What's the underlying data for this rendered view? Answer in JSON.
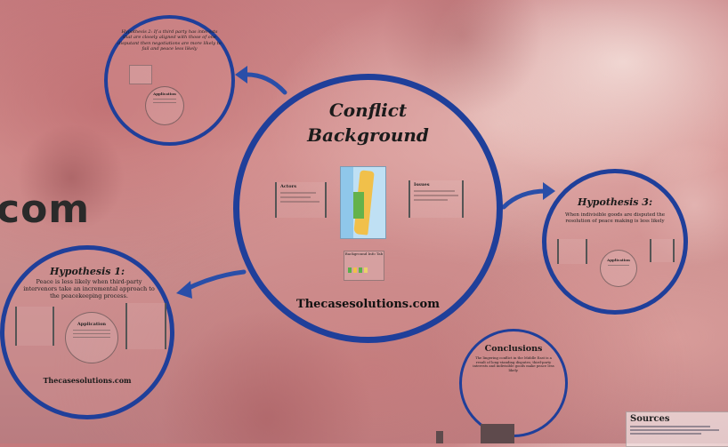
{
  "background_text": "com",
  "main": {
    "title_line1": "Conflict",
    "title_line2": "Background",
    "left_panel_heading": "Actors",
    "right_panel_heading": "Issues",
    "bottom_panel_heading": "Background Info Tab",
    "footer": "Thecasesolutions.com"
  },
  "top_circle": {
    "text": "Hypothesis 2: If a third party has interests that are closely aligned with those of one disputant then negotiations are more likely to fail and peace less likely",
    "panel_label": "Application"
  },
  "hypothesis3": {
    "title": "Hypothesis 3:",
    "text": "When indivisible goods are disputed the resolution of peace making is less likely",
    "inner_label": "Application"
  },
  "hypothesis1": {
    "title": "Hypothesis 1:",
    "text": "Peace is less likely when third-party intervenors take an incremental approach to the peacekeeping process.",
    "inner_label": "Application",
    "footer": "Thecasesolutions.com"
  },
  "conclusions": {
    "title": "Conclusions",
    "text": "The lingering conflict in the Middle East is a result of long-standing disputes; third-party interests and indivisible goods make peace less likely."
  },
  "sources": {
    "title": "Sources"
  },
  "colors": {
    "ring": "#1f3f9a",
    "arrow": "#2a4ea8",
    "sky": "#d99a98"
  }
}
